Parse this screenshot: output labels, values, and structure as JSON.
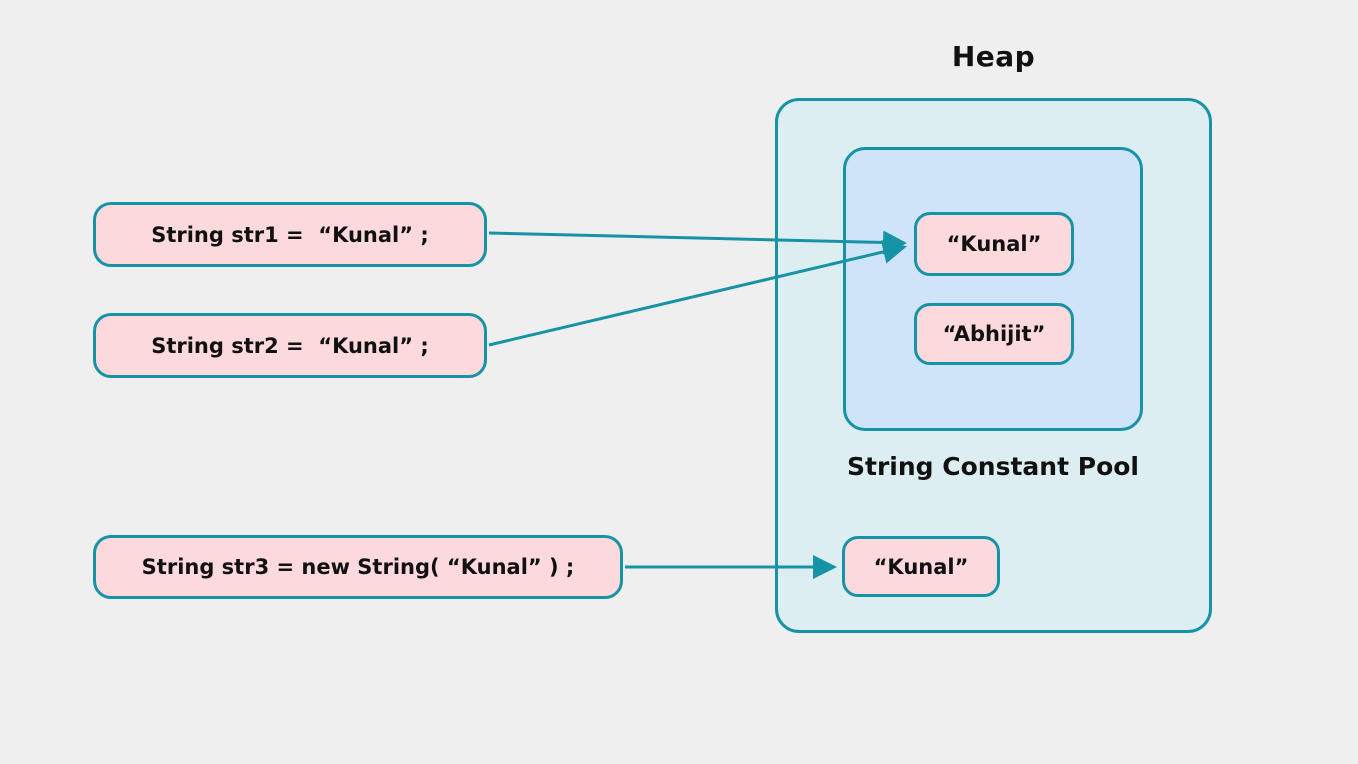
{
  "diagram": {
    "heap": {
      "label": "Heap"
    },
    "string_constant_pool": {
      "label": "String Constant Pool",
      "strings": [
        {
          "id": "pool-kunal",
          "text": "“Kunal”"
        },
        {
          "id": "pool-abhijit",
          "text": "“Abhijit”"
        }
      ]
    },
    "heap_strings": [
      {
        "id": "heap-kunal",
        "text": "“Kunal”"
      }
    ],
    "code_statements": [
      {
        "id": "str1",
        "text": "String str1 =  “Kunal” ;"
      },
      {
        "id": "str2",
        "text": "String str2 =  “Kunal” ;"
      },
      {
        "id": "str3",
        "text": "String str3 = new String( “Kunal” ) ;"
      }
    ],
    "arrows": [
      {
        "from": "str1",
        "to": "pool-kunal"
      },
      {
        "from": "str2",
        "to": "pool-kunal"
      },
      {
        "from": "str3",
        "to": "heap-kunal"
      }
    ],
    "colors": {
      "background": "#efeff0",
      "heap_fill": "#ddeef2",
      "pool_fill": "#cfe4f8",
      "object_fill": "#fcd9dd",
      "stroke": "#1793a6",
      "text": "#111111"
    }
  }
}
